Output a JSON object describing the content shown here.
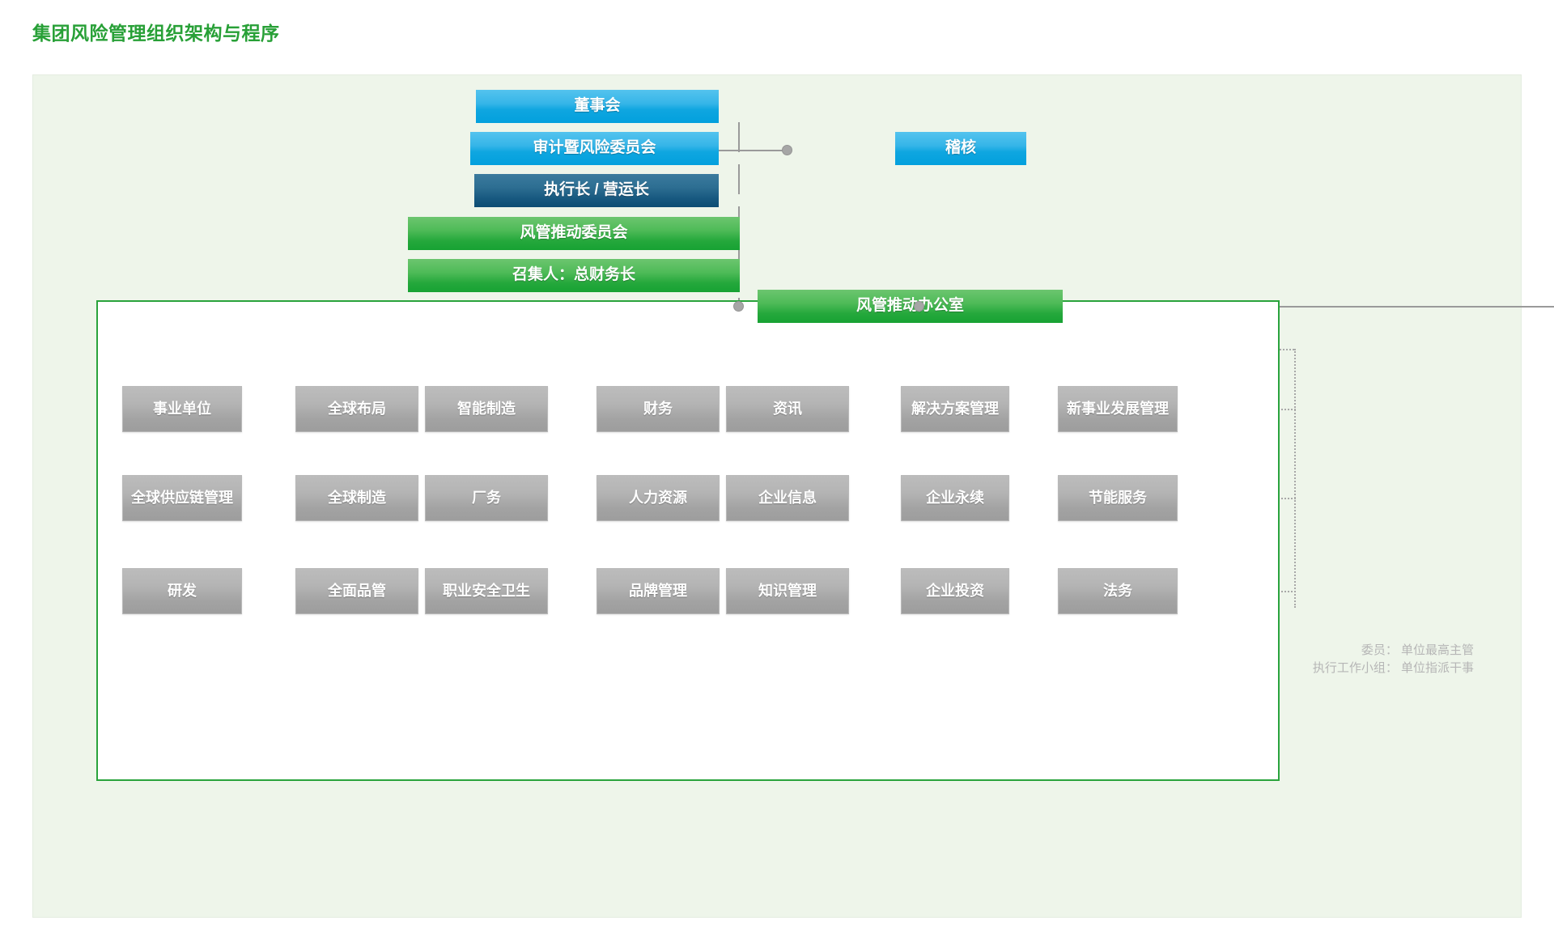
{
  "page": {
    "title": "集团风险管理组织架构与程序",
    "title_color": "#28a037",
    "panel_background": "#eef5ea",
    "frame_color": "#2aa33c"
  },
  "hierarchy": {
    "board": {
      "label": "董事会",
      "color": "#02a0dd",
      "style": "blue"
    },
    "audit_risk_committee": {
      "label": "审计暨风险委员会",
      "color": "#02a0dd",
      "style": "blue"
    },
    "internal_audit": {
      "label": "稽核",
      "color": "#02a0dd",
      "style": "blue"
    },
    "ceo_coo": {
      "label": "执行长 / 营运长",
      "color": "#17587f",
      "style": "navy"
    },
    "risk_committee": {
      "label": "风管推动委员会",
      "color": "#25a83c",
      "style": "green"
    },
    "convener": {
      "label": "召集人：总财务长",
      "color": "#25a83c",
      "style": "green"
    },
    "risk_office": {
      "label": "风管推动办公室",
      "color": "#25a83c",
      "style": "green"
    }
  },
  "units": {
    "color": "#a3a3a3",
    "rows": [
      [
        {
          "label": "事业单位"
        },
        {
          "label": "全球布局"
        },
        {
          "label": "智能制造"
        },
        {
          "label": "财务"
        },
        {
          "label": "资讯"
        },
        {
          "label": "解决方案管理"
        },
        {
          "label": "新事业发展管理"
        }
      ],
      [
        {
          "label": "全球供应链管理"
        },
        {
          "label": "全球制造"
        },
        {
          "label": "厂务"
        },
        {
          "label": "人力资源"
        },
        {
          "label": "企业信息"
        },
        {
          "label": "企业永续"
        },
        {
          "label": "节能服务"
        }
      ],
      [
        {
          "label": "研发"
        },
        {
          "label": "全面品管"
        },
        {
          "label": "职业安全卫生"
        },
        {
          "label": "品牌管理"
        },
        {
          "label": "知识管理"
        },
        {
          "label": "企业投资"
        },
        {
          "label": "法务"
        }
      ]
    ]
  },
  "footnotes": {
    "line1": "委员： 单位最高主管",
    "line2": "执行工作小组： 单位指派干事"
  }
}
